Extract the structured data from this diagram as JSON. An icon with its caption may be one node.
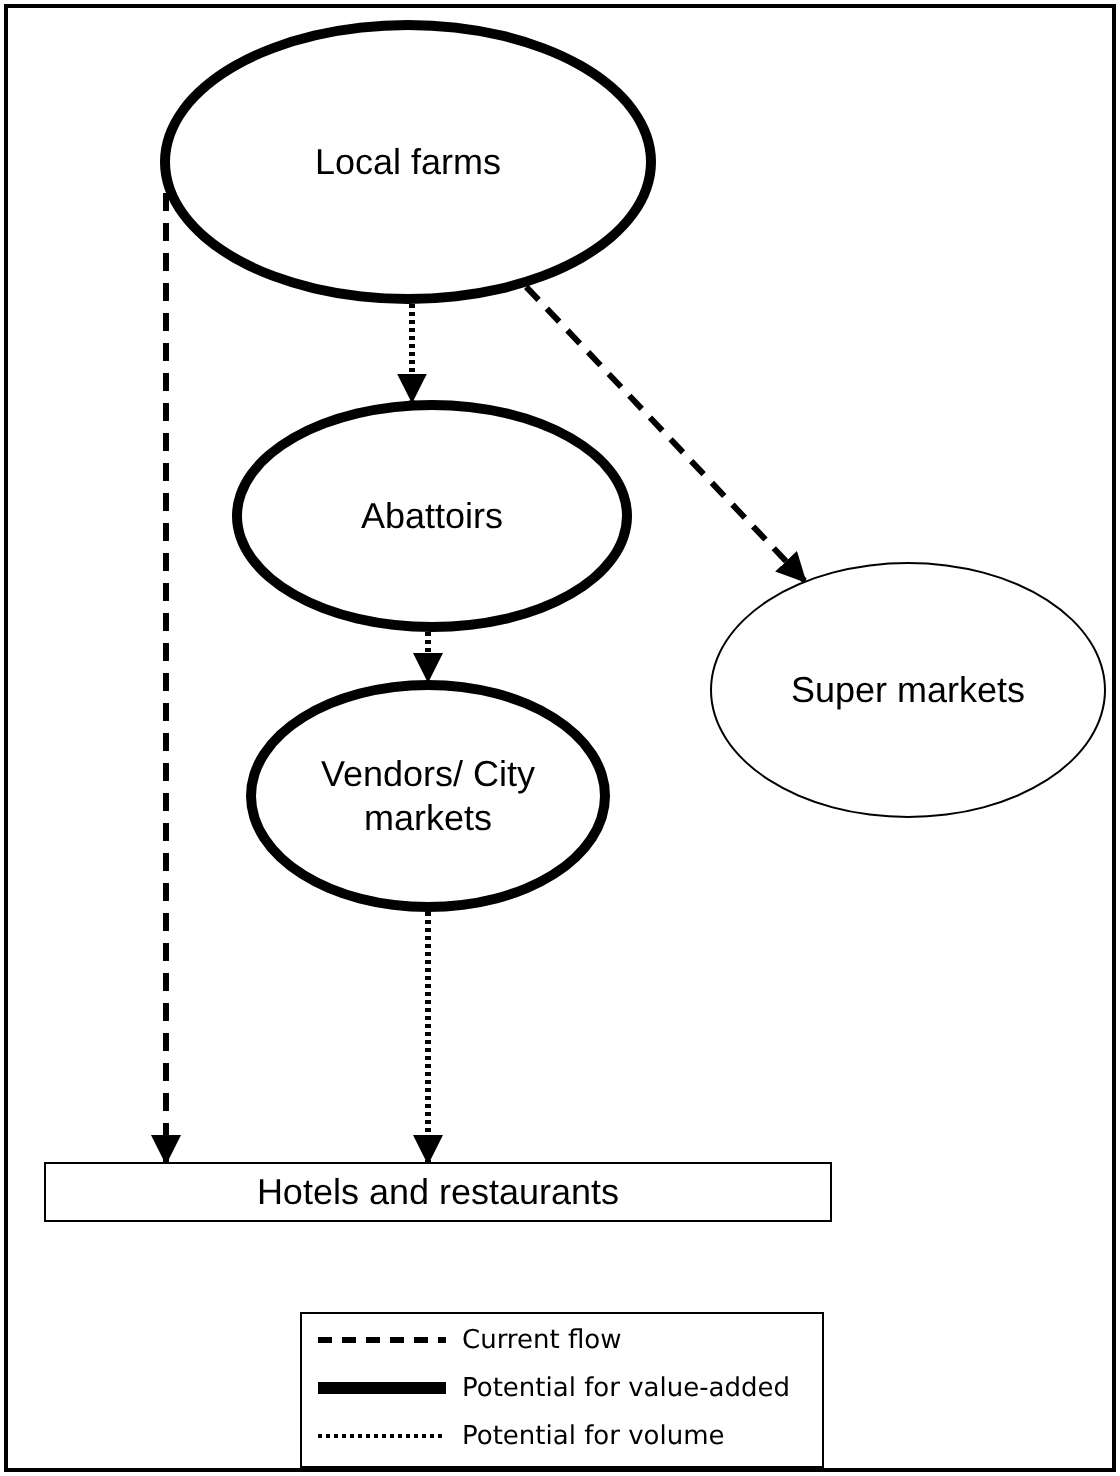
{
  "diagram": {
    "nodes": [
      {
        "text": [
          "Local farms"
        ]
      },
      {
        "text": [
          "Abattoirs"
        ]
      },
      {
        "text": [
          "Super markets"
        ]
      },
      {
        "text": [
          "Vendors/ City markets"
        ]
      },
      {
        "text": [
          "Hotels and restaurants"
        ]
      }
    ],
    "edges": [
      {
        "from": 0,
        "to": 1,
        "arrow": "to"
      },
      {
        "from": 0,
        "to": 2,
        "arrow": "to",
        "style": "dashed"
      },
      {
        "from": 1,
        "to": 3,
        "arrow": "to"
      },
      {
        "from": 3,
        "to": 4,
        "arrow": "to"
      },
      {
        "from": 0,
        "to": 4,
        "arrow": "to",
        "style": "dashed"
      }
    ],
    "legend": [
      {
        "text": "Current flow"
      },
      {
        "text": "Potential for value-added"
      },
      {
        "text": "Potential for volume"
      }
    ]
  }
}
